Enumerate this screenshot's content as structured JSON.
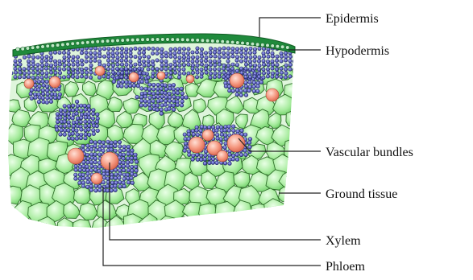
{
  "diagram": {
    "labels": {
      "epidermis": "Epidermis",
      "hypodermis": "Hypodermis",
      "vascular_bundles": "Vascular bundles",
      "ground_tissue": "Ground tissue",
      "xylem": "Xylem",
      "phloem": "Phloem"
    },
    "colors": {
      "epidermis": "#1f8a3c",
      "hypodermis_cells": "#2d2f86",
      "ground_cells": "#8fe08a",
      "ground_cell_outline": "#2f6e2a",
      "phloem_cells": "#3b3f9e",
      "xylem_vessels": "#f08a72"
    }
  }
}
